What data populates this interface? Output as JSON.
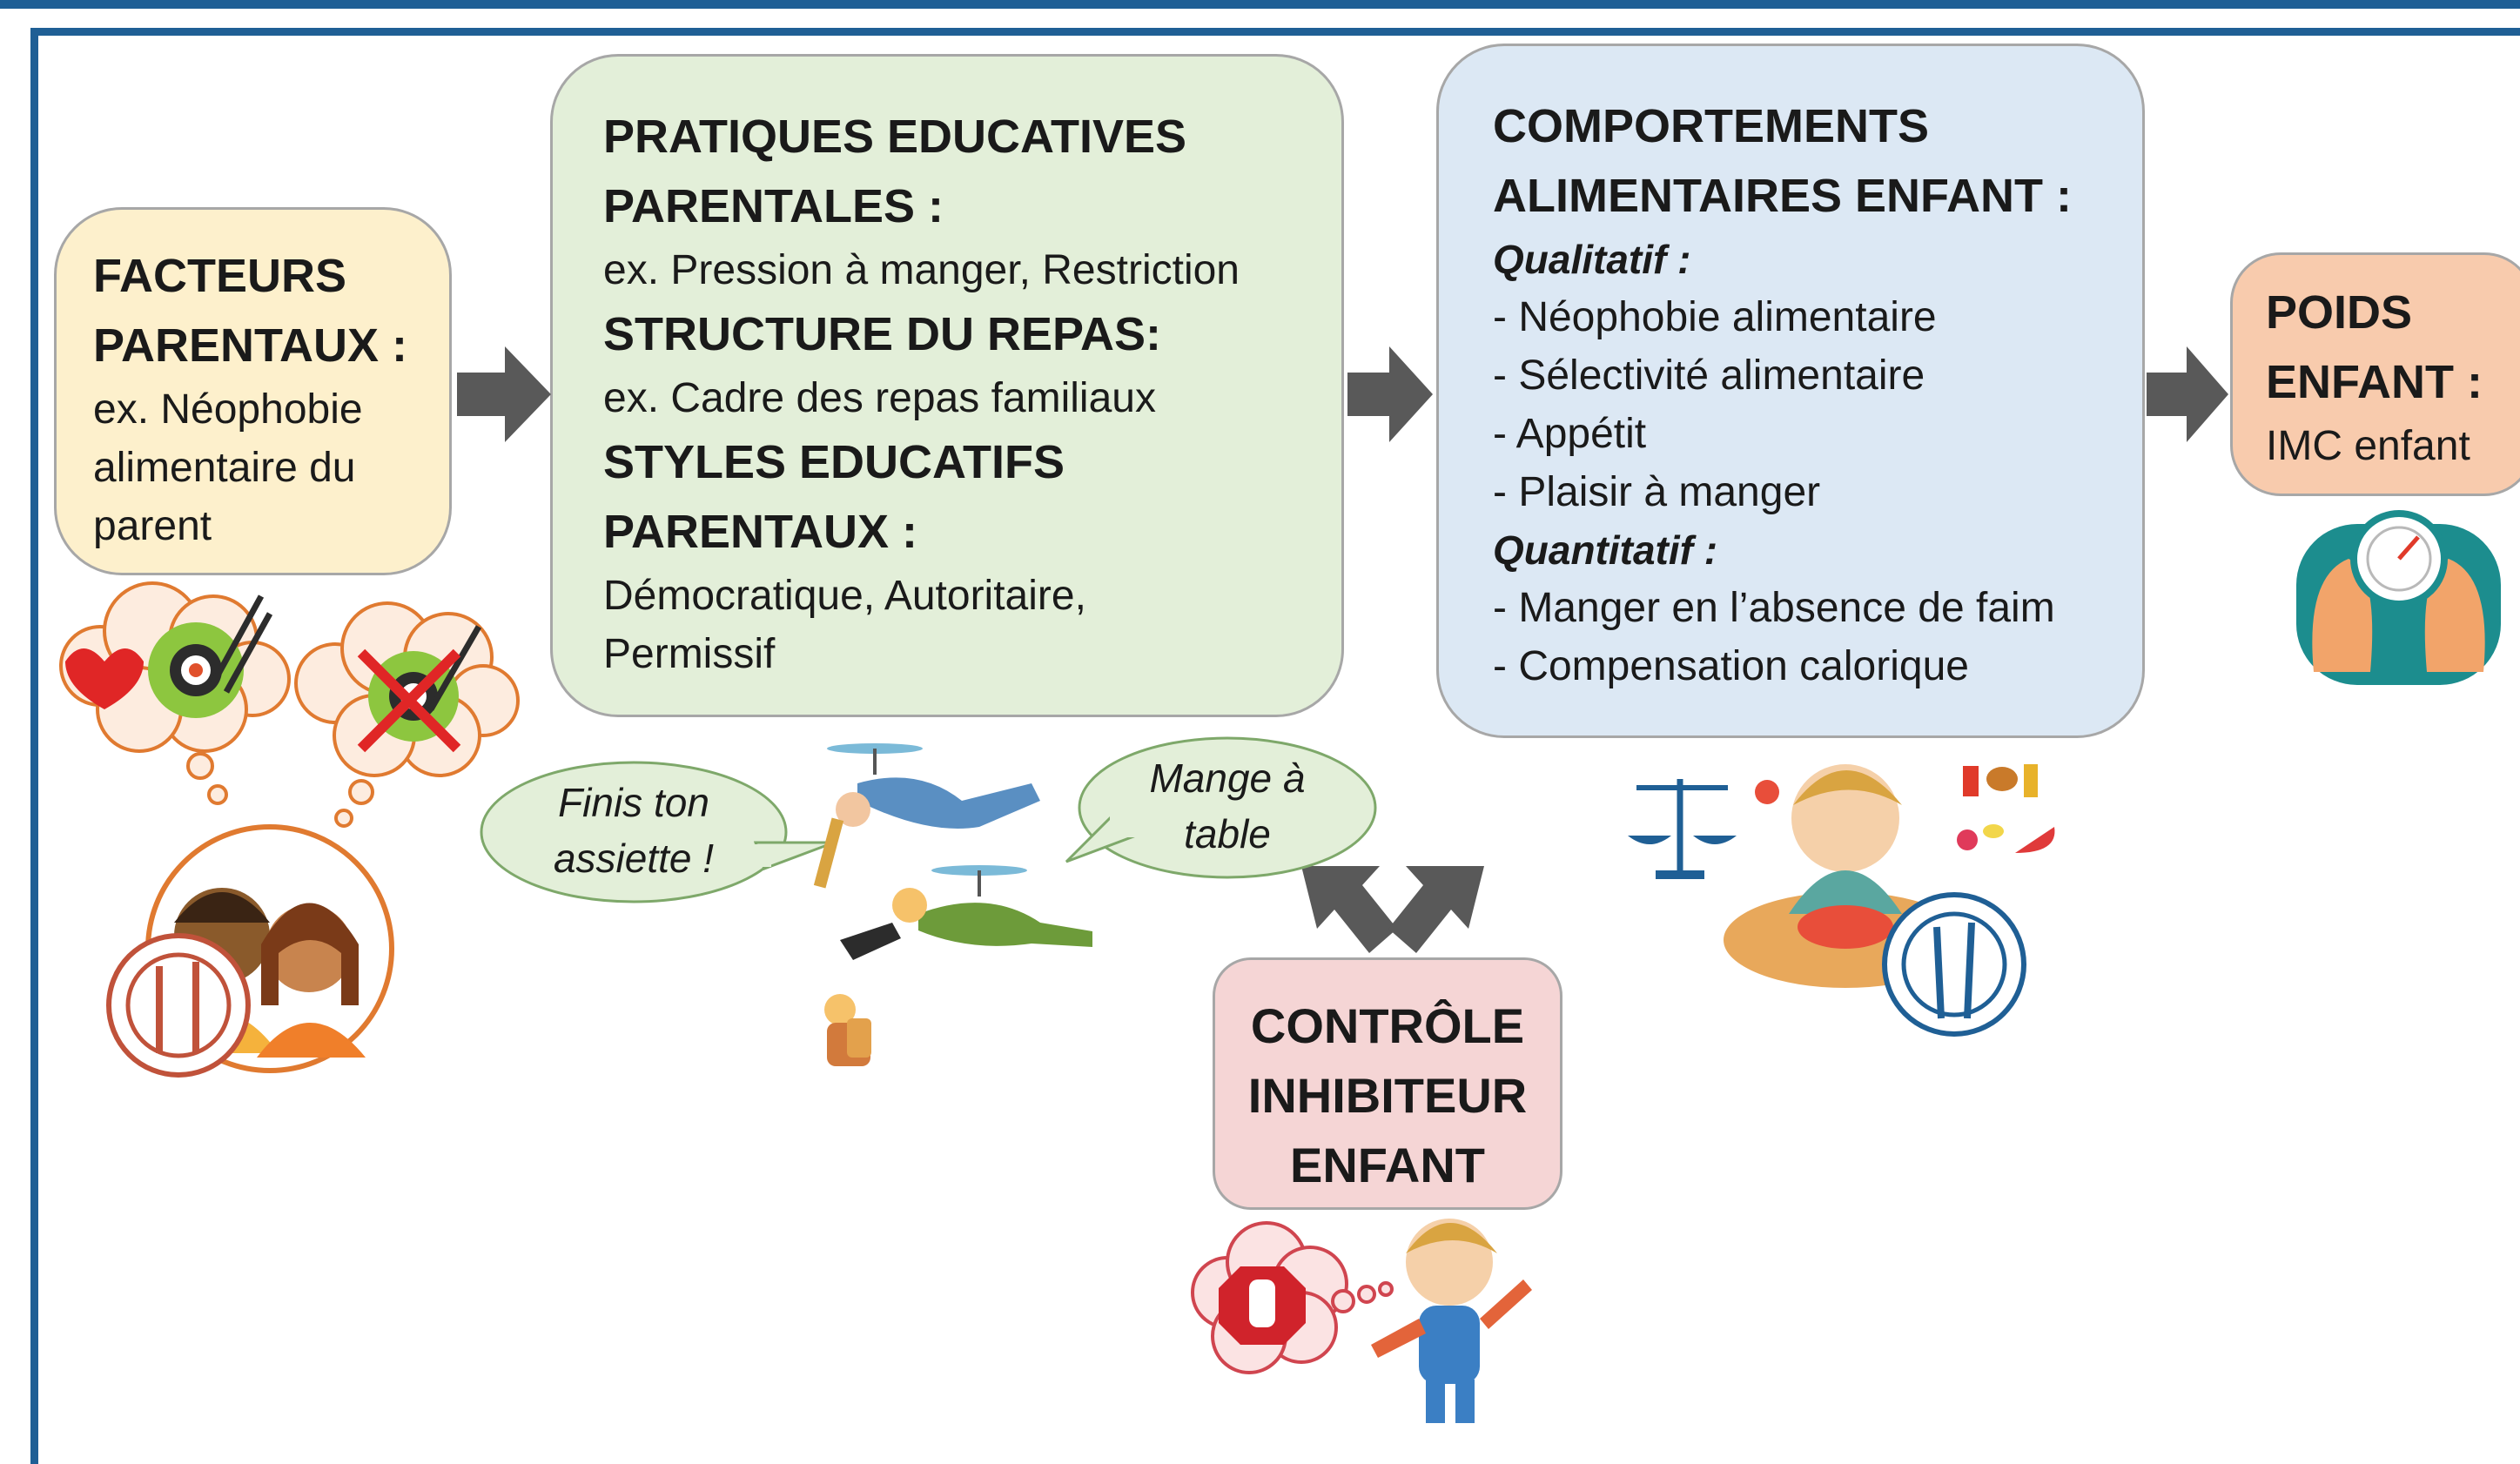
{
  "facteurs": {
    "title1": "FACTEURS",
    "title2": "PARENTAUX :",
    "line1": "ex. Néophobie",
    "line2": "alimentaire du",
    "line3": "parent"
  },
  "pratiques": {
    "title1": "PRATIQUES EDUCATIVES",
    "title2": "PARENTALES :",
    "ex1": "ex. Pression à manger, Restriction",
    "title3": "STRUCTURE DU REPAS:",
    "ex2": "ex. Cadre des repas familiaux",
    "title4": "STYLES EDUCATIFS",
    "title5": "PARENTAUX :",
    "ex3": "Démocratique, Autoritaire,",
    "ex4": "Permissif"
  },
  "comportements": {
    "title1": "COMPORTEMENTS",
    "title2": "ALIMENTAIRES ENFANT :",
    "qual_label": "Qualitatif :",
    "qual_items": [
      "- Néophobie alimentaire",
      "- Sélectivité alimentaire",
      "- Appétit",
      "- Plaisir à manger"
    ],
    "quant_label": "Quantitatif :",
    "quant_items": [
      "- Manger en l’absence de faim",
      "- Compensation calorique"
    ]
  },
  "poids": {
    "title1": "POIDS",
    "title2": "ENFANT :",
    "line1": "IMC enfant"
  },
  "controle": {
    "line1": "CONTRÔLE",
    "line2": "INHIBITEUR",
    "line3": "ENFANT"
  },
  "bubbles": {
    "finis1": "Finis ton",
    "finis2": "assiette !",
    "mange1": "Mange à",
    "mange2": "table"
  },
  "colors": {
    "frame": "#1f5f95",
    "facteurs_bg": "#fdf0cc",
    "pratiques_bg": "#e3efd9",
    "comportements_bg": "#dce8f4",
    "poids_bg": "#f8cbad",
    "controle_bg": "#f5d5d5",
    "arrow": "#595959"
  }
}
